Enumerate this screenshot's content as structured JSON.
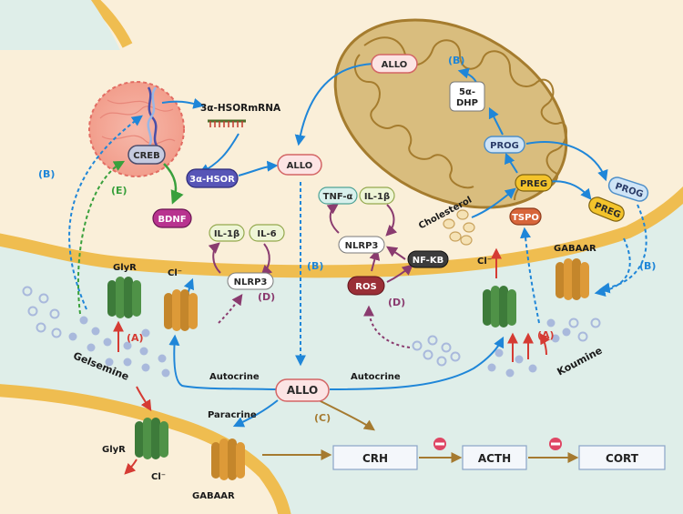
{
  "labels": {
    "hsor_mrna": "3α-HSORmRNA",
    "creb": "CREB",
    "bdnf": "BDNF",
    "hsor": "3α-HSOR",
    "allo_center": "ALLO",
    "allo_mito": "ALLO",
    "allo_bottom": "ALLO",
    "dhp_line1": "5α-",
    "dhp_line2": "DHP",
    "prog_mito": "PROG",
    "preg_mito": "PREG",
    "tspo": "TSPO",
    "prog_out": "PROG",
    "preg_out": "PREG",
    "cholesterol": "Cholesterol",
    "tnf": "TNF-α",
    "il1b_a": "IL-1β",
    "il1b_b": "IL-1β",
    "il6": "IL-6",
    "nlrp3_a": "NLRP3",
    "nlrp3_b": "NLRP3",
    "nfkb": "NF-KB",
    "ros": "ROS",
    "glyr_top": "GlyR",
    "glyr_bottom": "GlyR",
    "cl_top_left": "Cl⁻",
    "cl_top_right": "Cl⁻",
    "cl_bottom": "Cl⁻",
    "gabaar_top": "GABAAR",
    "gabaar_bottom": "GABAAR",
    "gelsemine": "Gelsemine",
    "koumine": "Koumine",
    "autocrine_left": "Autocrine",
    "autocrine_right": "Autocrine",
    "paracrine": "Paracrine",
    "crh": "CRH",
    "acth": "ACTH",
    "cort": "CORT",
    "tag_a1": "(A)",
    "tag_a2": "(A)",
    "tag_b1": "(B)",
    "tag_b2": "(B)",
    "tag_b3": "(B)",
    "tag_b4": "(B)",
    "tag_c": "(C)",
    "tag_d1": "(D)",
    "tag_d2": "(D)",
    "tag_e": "(E)"
  },
  "colors": {
    "background": "#dfeee9",
    "cell_fill": "#faefd9",
    "membrane": "#efbd50",
    "mito_fill": "#d9bd7e",
    "mito_stroke": "#a57c2e",
    "blue_arrow": "#1f86d8",
    "red_arrow": "#d53b33",
    "purple_arrow": "#8a3b6f",
    "green_arrow": "#39a03c",
    "brown_arrow": "#a57a30",
    "inhibit": "#df4664",
    "receptor_green": "#3d7b3a",
    "receptor_orange": "#c4862b",
    "ros": "#9a2f37",
    "nfkb": "#3c3c3c",
    "bdnf": "#b8338f",
    "hsor": "#5755b7"
  },
  "icons": [
    "nucleus-icon",
    "dna-icon",
    "mrna-icon",
    "receptor-glyr-icon",
    "receptor-gabaar-icon",
    "inhibit-icon",
    "vesicle-icon",
    "molecule-dot-icon"
  ]
}
